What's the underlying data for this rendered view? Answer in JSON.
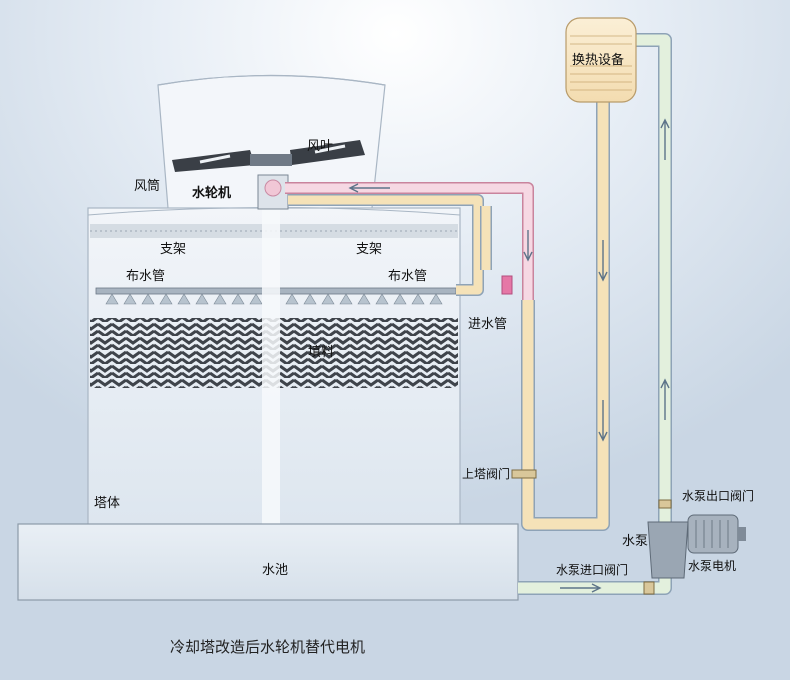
{
  "labels": {
    "heat_exchanger": "换热设备",
    "fan_blade": "风叶",
    "fan_cylinder": "风筒",
    "water_turbine": "水轮机",
    "support_left": "支架",
    "support_right": "支架",
    "distribution_pipe_left": "布水管",
    "distribution_pipe_right": "布水管",
    "inlet_pipe": "进水管",
    "fill": "填料",
    "tower_valve": "上塔阀门",
    "tower_body": "塔体",
    "pump_outlet_valve": "水泵出口阀门",
    "pump": "水泵",
    "basin": "水池",
    "pump_inlet_valve": "水泵进口阀门",
    "pump_motor": "水泵电机"
  },
  "caption": "冷却塔改造后水轮机替代电机",
  "colors": {
    "background": "#dfe7f1",
    "tower": "#eef2f7",
    "fill_zigzag": "#4a4f56",
    "return_pipe": "#f5e2b8",
    "supply_pipe": "#e3f0dd",
    "hot_pipe": "#f1c7d6",
    "pipe_outline": "#8aa2b8"
  }
}
